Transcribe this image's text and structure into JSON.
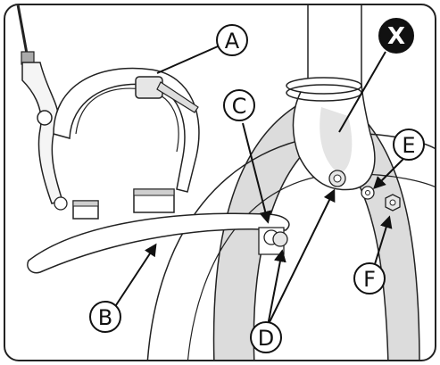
{
  "callouts": {
    "A": "A",
    "B": "B",
    "C": "C",
    "D": "D",
    "E": "E",
    "F": "F",
    "X": "X"
  }
}
